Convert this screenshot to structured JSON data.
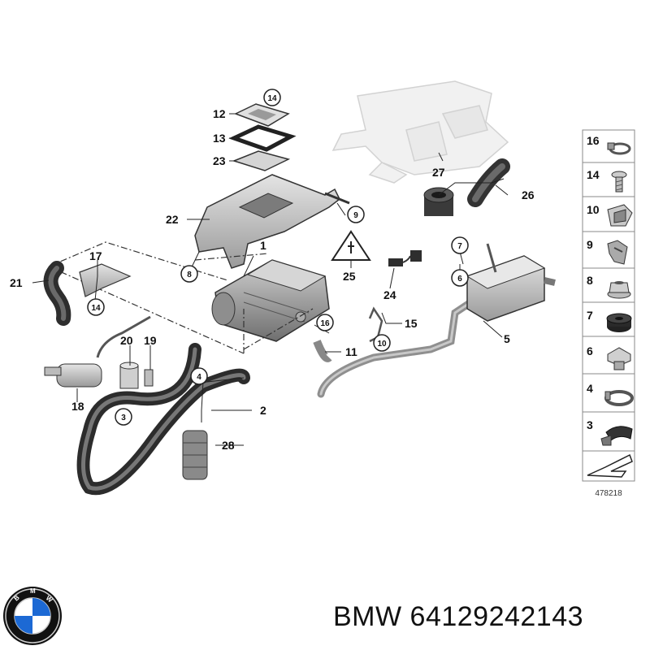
{
  "callouts": [
    "1",
    "2",
    "3",
    "4",
    "5",
    "6",
    "7",
    "8",
    "9",
    "10",
    "11",
    "12",
    "13",
    "14",
    "15",
    "16",
    "17",
    "18",
    "19",
    "20",
    "21",
    "22",
    "23",
    "24",
    "25",
    "26",
    "27",
    "28"
  ],
  "legend": {
    "items": [
      {
        "num": "16",
        "icon": "hose-clamp-icon"
      },
      {
        "num": "14",
        "icon": "screw-icon"
      },
      {
        "num": "10",
        "icon": "clip-nut-icon"
      },
      {
        "num": "9",
        "icon": "spring-clip-icon"
      },
      {
        "num": "8",
        "icon": "hex-nut-icon"
      },
      {
        "num": "7",
        "icon": "rubber-grommet-icon"
      },
      {
        "num": "6",
        "icon": "collar-nut-icon"
      },
      {
        "num": "4",
        "icon": "ring-clamp-icon"
      },
      {
        "num": "3",
        "icon": "bracket-clamp-icon"
      }
    ],
    "code": "478218"
  },
  "brand": {
    "text": "BMW 64129242143",
    "logo_letters": "BMW"
  },
  "colors": {
    "line": "#222222",
    "part_fill": "#c9c9c9",
    "part_dark": "#555555",
    "hose": "#3a3a3a",
    "ghost": "#d8d8d8",
    "bmw_blue": "#1c69d4"
  }
}
